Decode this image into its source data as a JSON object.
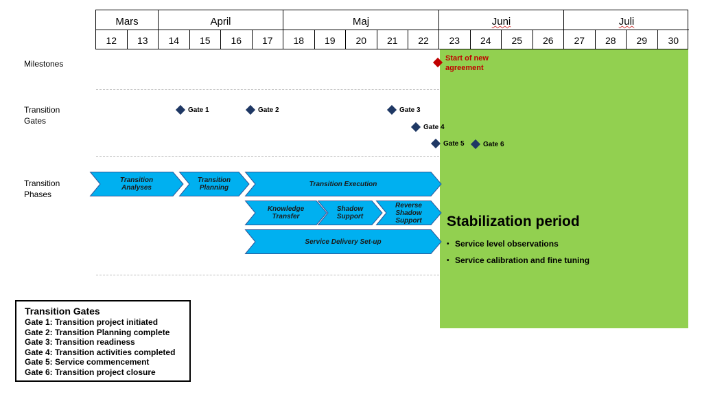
{
  "timeline": {
    "months": [
      {
        "label": "Mars",
        "flag": false
      },
      {
        "label": "April",
        "flag": false
      },
      {
        "label": "Maj",
        "flag": false
      },
      {
        "label": "Juni",
        "flag": true
      },
      {
        "label": "Juli",
        "flag": true
      }
    ],
    "weeks": [
      "12",
      "13",
      "14",
      "15",
      "16",
      "17",
      "18",
      "19",
      "20",
      "21",
      "22",
      "23",
      "24",
      "25",
      "26",
      "27",
      "28",
      "29",
      "30"
    ]
  },
  "rows": {
    "milestones": "Milestones",
    "gates_line1": "Transition",
    "gates_line2": "Gates",
    "phases_line1": "Transition",
    "phases_line2": "Phases"
  },
  "milestone": {
    "line1": "Start of new",
    "line2": "agreement",
    "color": "#c00000"
  },
  "gates": [
    "Gate 1",
    "Gate 2",
    "Gate 3",
    "Gate 4",
    "Gate 5",
    "Gate 6"
  ],
  "phases": {
    "analyses_l1": "Transition",
    "analyses_l2": "Analyses",
    "planning_l1": "Transition",
    "planning_l2": "Planning",
    "execution": "Transition Execution",
    "knowledge_l1": "Knowledge",
    "knowledge_l2": "Transfer",
    "shadow_l1": "Shadow",
    "shadow_l2": "Support",
    "reverse_l1": "Reverse",
    "reverse_l2": "Shadow",
    "reverse_l3": "Support",
    "delivery": "Service Delivery Set-up",
    "fill_color": "#00b0f0"
  },
  "stabilization": {
    "title": "Stabilization period",
    "bullet_symbol": "•",
    "bullets": [
      "Service level observations",
      "Service calibration and fine tuning"
    ],
    "color": "#92d050"
  },
  "legend": {
    "title": "Transition Gates",
    "items": [
      "Gate 1: Transition project initiated",
      "Gate 2: Transition Planning complete",
      "Gate 3: Transition readiness",
      "Gate 4: Transition activities completed",
      "Gate 5: Service commencement",
      "Gate 6: Transition project closure"
    ]
  }
}
